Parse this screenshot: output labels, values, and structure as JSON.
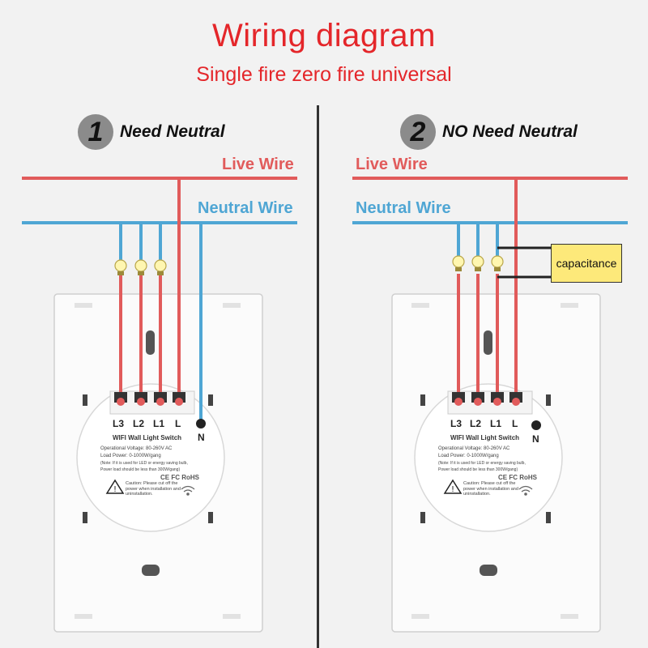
{
  "title": "Wiring diagram",
  "subtitle": "Single fire zero fire universal",
  "colors": {
    "title": "#e4262a",
    "live": "#e15b5b",
    "neutral": "#4fa6d4",
    "capacitor": "#fde97a"
  },
  "panels": [
    {
      "number": "1",
      "heading": "Need Neutral",
      "live_label": "Live Wire",
      "neutral_label": "Neutral Wire",
      "terminals": [
        "L3",
        "L2",
        "L1",
        "L"
      ],
      "neutral_terminal": "N",
      "device": {
        "title": "WIFI Wall Light Switch",
        "voltage": "Operational Voltage: 80-260V AC",
        "load": "Load Power: 0-1000W/gang",
        "note": "(Note: If it is used for LED or energy saving bulb,",
        "note2": "Power load should be less than 300W/gang)",
        "caution_title": "Caution:",
        "caution_text": "Please cut off the power when installation and uninstallation.",
        "cert": "CE FC RoHS"
      }
    },
    {
      "number": "2",
      "heading": "NO Need Neutral",
      "live_label": "Live Wire",
      "neutral_label": "Neutral Wire",
      "capacitor_label": "capacitance",
      "terminals": [
        "L3",
        "L2",
        "L1",
        "L"
      ],
      "neutral_terminal": "N",
      "device": {
        "title": "WIFI Wall Light Switch",
        "voltage": "Operational Voltage: 80-260V AC",
        "load": "Load Power: 0-1000W/gang",
        "note": "(Note: If it is used for LED or energy saving bulb,",
        "note2": "Power load should be less than 300W/gang)",
        "caution_title": "Caution:",
        "caution_text": "Please cut off the power when installation and uninstallation.",
        "cert": "CE FC RoHS"
      }
    }
  ]
}
